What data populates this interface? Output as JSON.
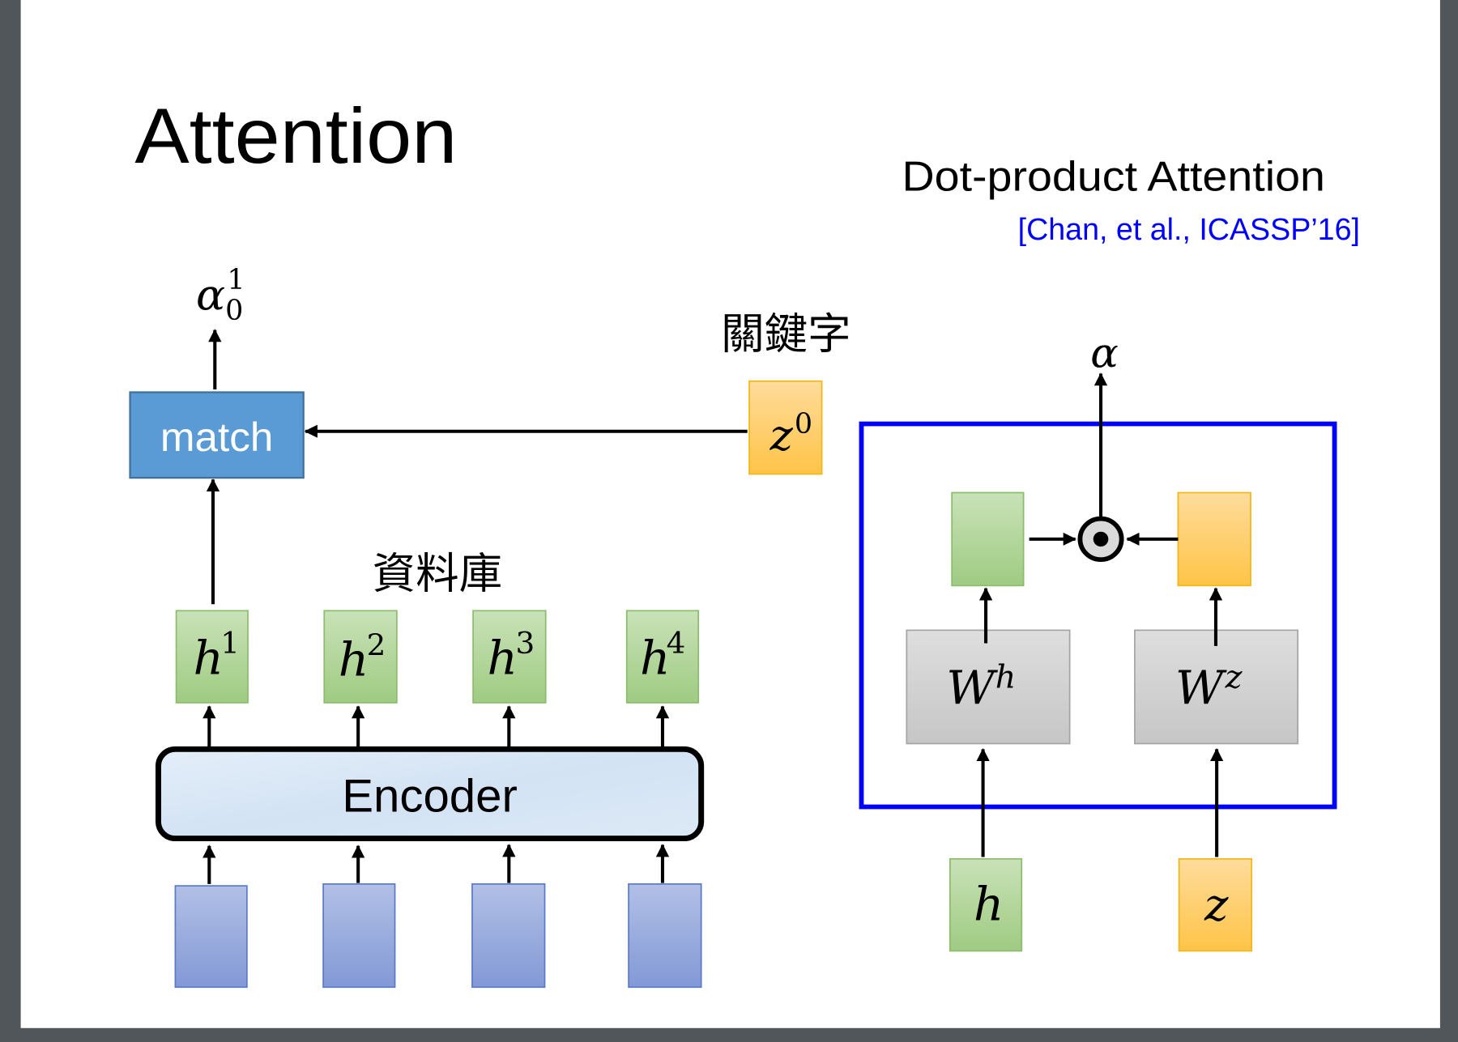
{
  "slide": {
    "title": "Attention",
    "subtitle": "Dot-product Attention",
    "citation": "[Chan, et al., ICASSP’16]"
  },
  "left_diagram": {
    "output": {
      "symbol": "α",
      "superscript": "1",
      "subscript": "0"
    },
    "match_label": "match",
    "query_caption": "關鍵字",
    "query": {
      "symbol": "z",
      "superscript": "0"
    },
    "database_caption": "資料庫",
    "hidden_states": [
      {
        "symbol": "h",
        "superscript": "1"
      },
      {
        "symbol": "h",
        "superscript": "2"
      },
      {
        "symbol": "h",
        "superscript": "3"
      },
      {
        "symbol": "h",
        "superscript": "4"
      }
    ],
    "encoder_label": "Encoder"
  },
  "right_diagram": {
    "output_symbol": "α",
    "weights": [
      {
        "symbol": "W",
        "superscript": "h"
      },
      {
        "symbol": "W",
        "superscript": "z"
      }
    ],
    "inputs": [
      {
        "symbol": "h"
      },
      {
        "symbol": "z"
      }
    ],
    "operator_icon": "dot-product-operator-icon"
  },
  "colors": {
    "viewer_background": "#51565b",
    "slide_background": "#ffffff",
    "match_fill": "#5b9bd5",
    "citation_text": "#0000ff",
    "module_frame": "#0000ff"
  }
}
